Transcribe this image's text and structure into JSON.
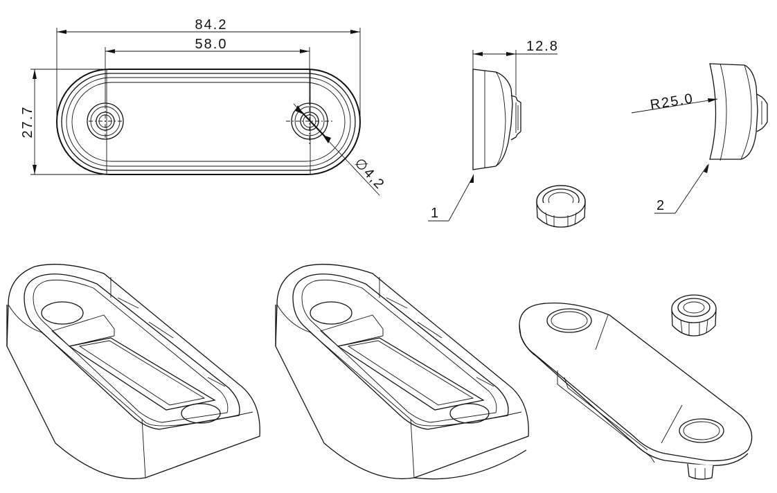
{
  "dimensions": {
    "overall_length": "84.2",
    "hole_spacing": "58.0",
    "width": "27.7",
    "hole_diameter": "4,2",
    "diameter_symbol": "∅",
    "height": "12.8",
    "radius": "R25.0"
  },
  "callouts": {
    "variant_1": "1",
    "variant_2": "2"
  }
}
